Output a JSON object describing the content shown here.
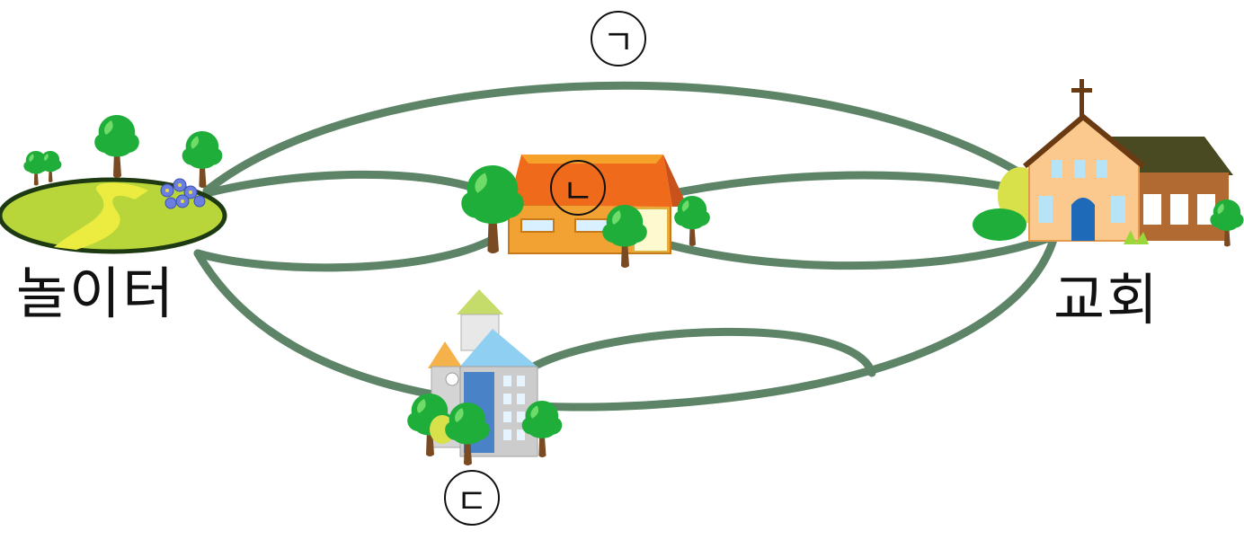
{
  "places": {
    "playground": "놀이터",
    "church": "교회"
  },
  "routes": {
    "a": "ㄱ",
    "b": "ㄴ",
    "c": "ㄷ"
  },
  "colors": {
    "road": "#5e8468",
    "grass": "#b8d63a",
    "tree": "#1fae3a",
    "roof_orange": "#f06a1c",
    "church_wall": "#fbc98e",
    "church_brick": "#b06a32",
    "office_blue": "#8fd0f2"
  }
}
